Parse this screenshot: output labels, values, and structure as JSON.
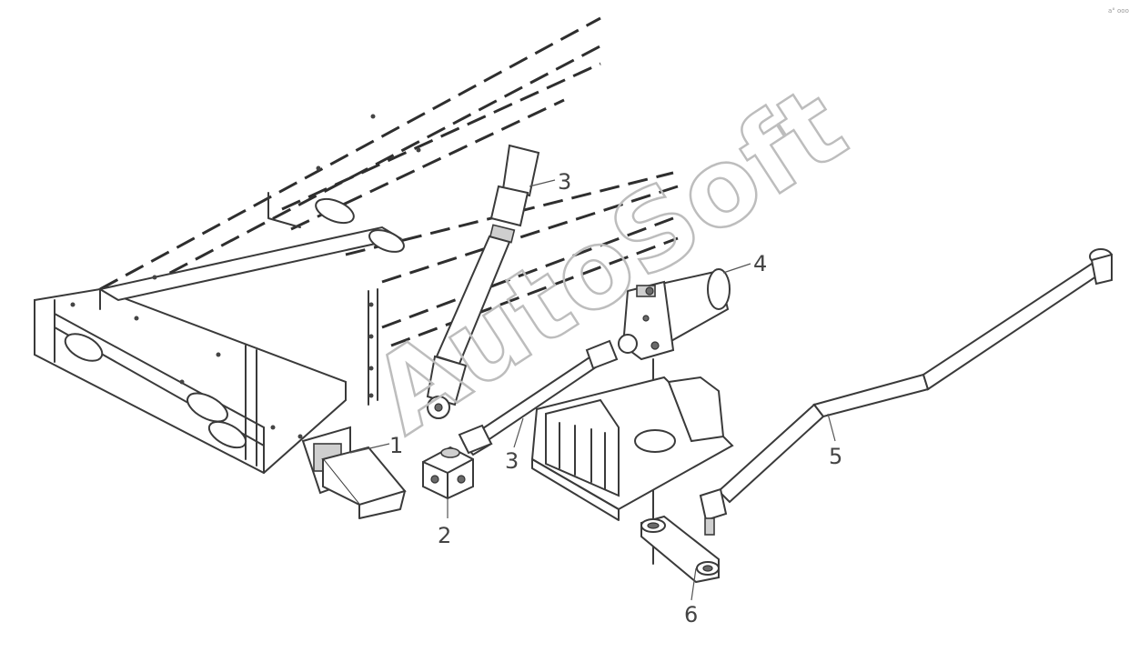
{
  "watermark": "AutoSoft",
  "corner_mark": "a° ooo",
  "callouts": [
    {
      "id": "callout-1",
      "label": "1"
    },
    {
      "id": "callout-2",
      "label": "2"
    },
    {
      "id": "callout-3a",
      "label": "3"
    },
    {
      "id": "callout-3b",
      "label": "3"
    },
    {
      "id": "callout-4",
      "label": "4"
    },
    {
      "id": "callout-5",
      "label": "5"
    },
    {
      "id": "callout-6",
      "label": "6"
    }
  ]
}
